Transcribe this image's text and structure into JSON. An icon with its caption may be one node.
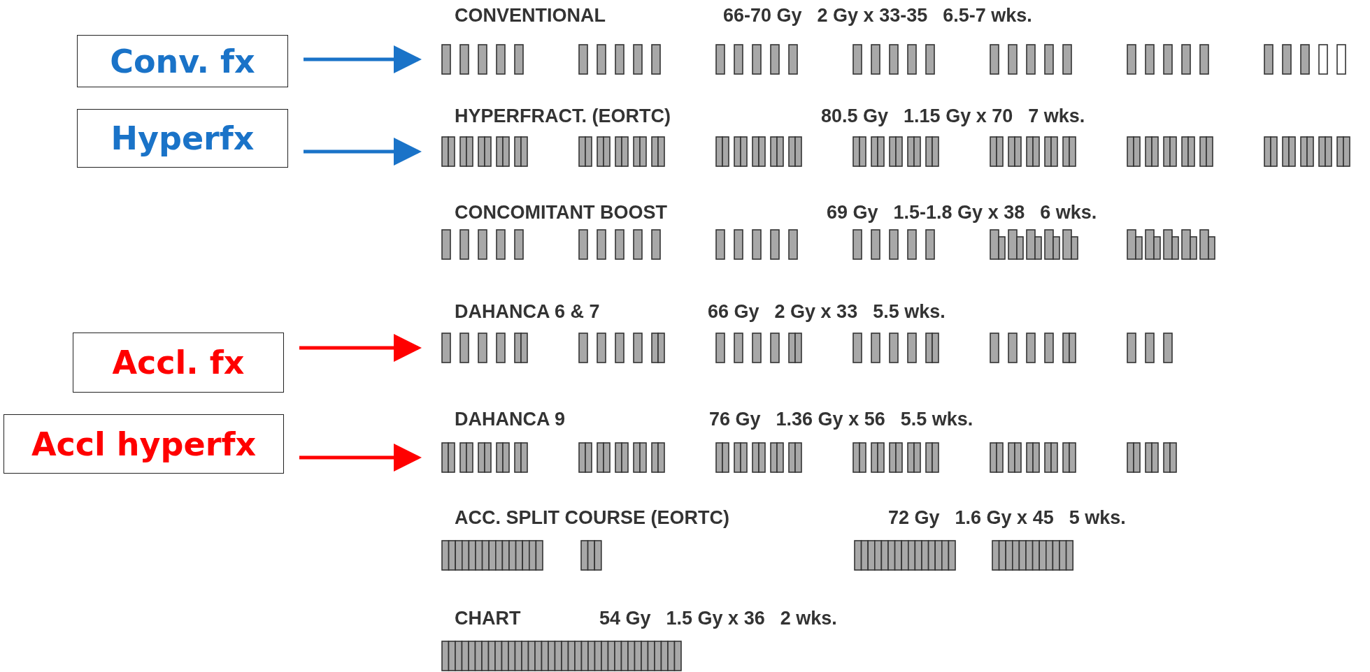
{
  "diagram": {
    "nodes": [
      {
        "text": [
          "Conv. fx"
        ]
      },
      {
        "text": [
          "Hyperfx"
        ]
      },
      {
        "text": [
          "Accl. fx"
        ]
      },
      {
        "text": [
          "Accl hyperfx"
        ]
      },
      {
        "text": [
          "CONVENTIONAL",
          "66-70 Gy",
          "2 Gy x 33-35",
          "6.5-7 wks."
        ]
      },
      {
        "text": [
          "HYPERFRACT. (EORTC)",
          "80.5 Gy",
          "1.15 Gy x 70",
          "7 wks."
        ]
      },
      {
        "text": [
          "CONCOMITANT BOOST",
          "69 Gy",
          "1.5-1.8 Gy x 38",
          "6 wks."
        ]
      },
      {
        "text": [
          "DAHANCA 6 & 7",
          "66 Gy",
          "2 Gy x 33",
          "5.5 wks."
        ]
      },
      {
        "text": [
          "DAHANCA 9",
          "76 Gy",
          "1.36 Gy x 56",
          "5.5 wks."
        ]
      },
      {
        "text": [
          "ACC. SPLIT COURSE (EORTC)",
          "72 Gy",
          "1.6 Gy x 45",
          "5 wks."
        ]
      },
      {
        "text": [
          "CHART",
          "54 Gy",
          "1.5 Gy x 36",
          "2 wks."
        ]
      }
    ],
    "edges": [
      {
        "from": 0,
        "to": 4,
        "arrow": "to",
        "color": "#1a73c8"
      },
      {
        "from": 1,
        "to": 5,
        "arrow": "to",
        "color": "#1a73c8"
      },
      {
        "from": 2,
        "to": 7,
        "arrow": "to",
        "color": "#ff0000"
      },
      {
        "from": 3,
        "to": 8,
        "arrow": "to",
        "color": "#ff0000"
      }
    ]
  }
}
